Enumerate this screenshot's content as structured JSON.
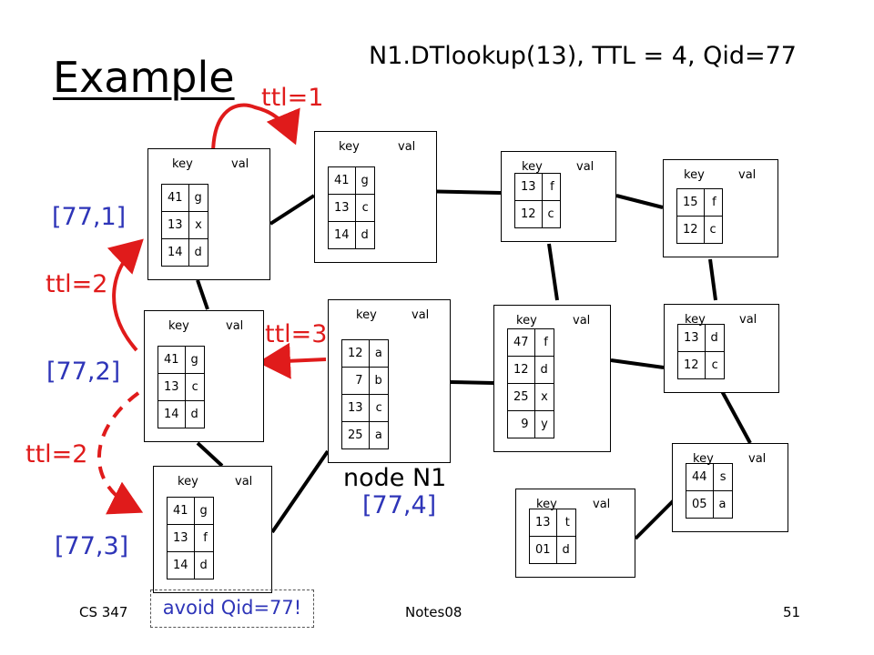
{
  "title": "Example",
  "subtitle": "N1.DTlookup(13), TTL = 4, Qid=77",
  "column_headers": {
    "key": "key",
    "val": "val"
  },
  "nodes": [
    {
      "id": "a",
      "rows": [
        {
          "key": "41",
          "val": "g"
        },
        {
          "key": "13",
          "val": "x"
        },
        {
          "key": "14",
          "val": "d"
        }
      ]
    },
    {
      "id": "b",
      "rows": [
        {
          "key": "41",
          "val": "g"
        },
        {
          "key": "13",
          "val": "c"
        },
        {
          "key": "14",
          "val": "d"
        }
      ]
    },
    {
      "id": "c",
      "rows": [
        {
          "key": "13",
          "val": "f"
        },
        {
          "key": "12",
          "val": "c"
        }
      ]
    },
    {
      "id": "d",
      "rows": [
        {
          "key": "15",
          "val": "f"
        },
        {
          "key": "12",
          "val": "c"
        }
      ]
    },
    {
      "id": "e",
      "rows": [
        {
          "key": "41",
          "val": "g"
        },
        {
          "key": "13",
          "val": "c"
        },
        {
          "key": "14",
          "val": "d"
        }
      ]
    },
    {
      "id": "n1",
      "rows": [
        {
          "key": "12",
          "val": "a"
        },
        {
          "key": "7",
          "val": "b"
        },
        {
          "key": "13",
          "val": "c"
        },
        {
          "key": "25",
          "val": "a"
        }
      ]
    },
    {
      "id": "f",
      "rows": [
        {
          "key": "47",
          "val": "f"
        },
        {
          "key": "12",
          "val": "d"
        },
        {
          "key": "25",
          "val": "x"
        },
        {
          "key": "9",
          "val": "y"
        }
      ]
    },
    {
      "id": "g",
      "rows": [
        {
          "key": "13",
          "val": "d"
        },
        {
          "key": "12",
          "val": "c"
        }
      ]
    },
    {
      "id": "h",
      "rows": [
        {
          "key": "41",
          "val": "g"
        },
        {
          "key": "13",
          "val": "f"
        },
        {
          "key": "14",
          "val": "d"
        }
      ]
    },
    {
      "id": "i",
      "rows": [
        {
          "key": "13",
          "val": "t"
        },
        {
          "key": "01",
          "val": "d"
        }
      ]
    },
    {
      "id": "j",
      "rows": [
        {
          "key": "44",
          "val": "s"
        },
        {
          "key": "05",
          "val": "a"
        }
      ]
    }
  ],
  "labels": {
    "ttl1": "ttl=1",
    "ttl2_upper": "ttl=2",
    "ttl3": "ttl=3",
    "ttl2_lower": "ttl=2",
    "q771": "[77,1]",
    "q772": "[77,2]",
    "q773": "[77,3]",
    "q774": "[77,4]",
    "node_n1": "node N1",
    "avoid": "avoid Qid=77!"
  },
  "footer": {
    "course": "CS 347",
    "notes": "Notes08",
    "page": "51"
  },
  "colors": {
    "query_arrow": "#e01b1b",
    "query_label": "#2e35b8",
    "edge": "#000000"
  }
}
